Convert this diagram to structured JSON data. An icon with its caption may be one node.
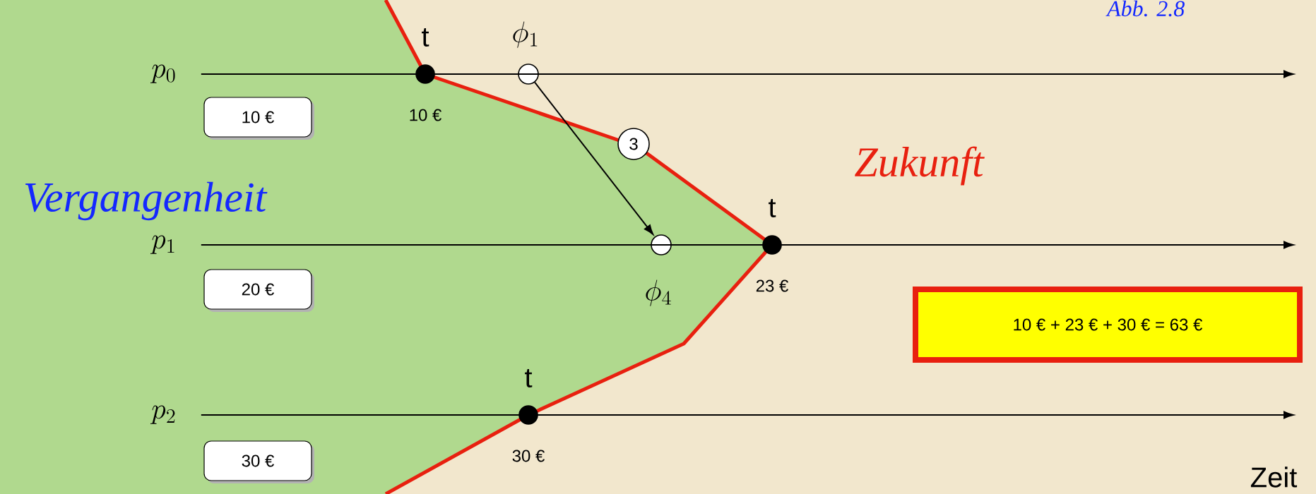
{
  "diagram": {
    "nodes": [
      {
        "text": [
          "p_0"
        ]
      },
      {
        "text": [
          "10 €"
        ]
      },
      {
        "text": [],
        "shape": "circle",
        "beside": [
          "t",
          "10 €"
        ]
      },
      {
        "text": [],
        "shape": "circle",
        "beside": [
          "\\phi_1"
        ]
      },
      {
        "text": [
          "p_1"
        ]
      },
      {
        "text": [
          "20 €"
        ]
      },
      {
        "text": [],
        "shape": "circle",
        "beside": [
          "\\phi_4"
        ]
      },
      {
        "text": [],
        "shape": "circle",
        "beside": [
          "t",
          "23 €"
        ]
      },
      {
        "text": [
          "p_2"
        ]
      },
      {
        "text": [
          "30 €"
        ]
      },
      {
        "text": [],
        "shape": "circle",
        "beside": [
          "t",
          "30 €"
        ]
      },
      {
        "text": [
          "10 € +  23 € + 30 € = 63 €"
        ]
      }
    ],
    "edges": [
      {
        "from": 0,
        "to": null,
        "arrow": "to"
      },
      {
        "from": 4,
        "to": null,
        "arrow": "to"
      },
      {
        "from": 8,
        "to": null,
        "arrow": "to"
      },
      {
        "from": 3,
        "to": 6,
        "arrow": "to",
        "label": "3"
      }
    ],
    "labels": [
      "Abb. 2.8",
      "Zukunft",
      "Vergangenheit",
      "Zeit"
    ]
  }
}
